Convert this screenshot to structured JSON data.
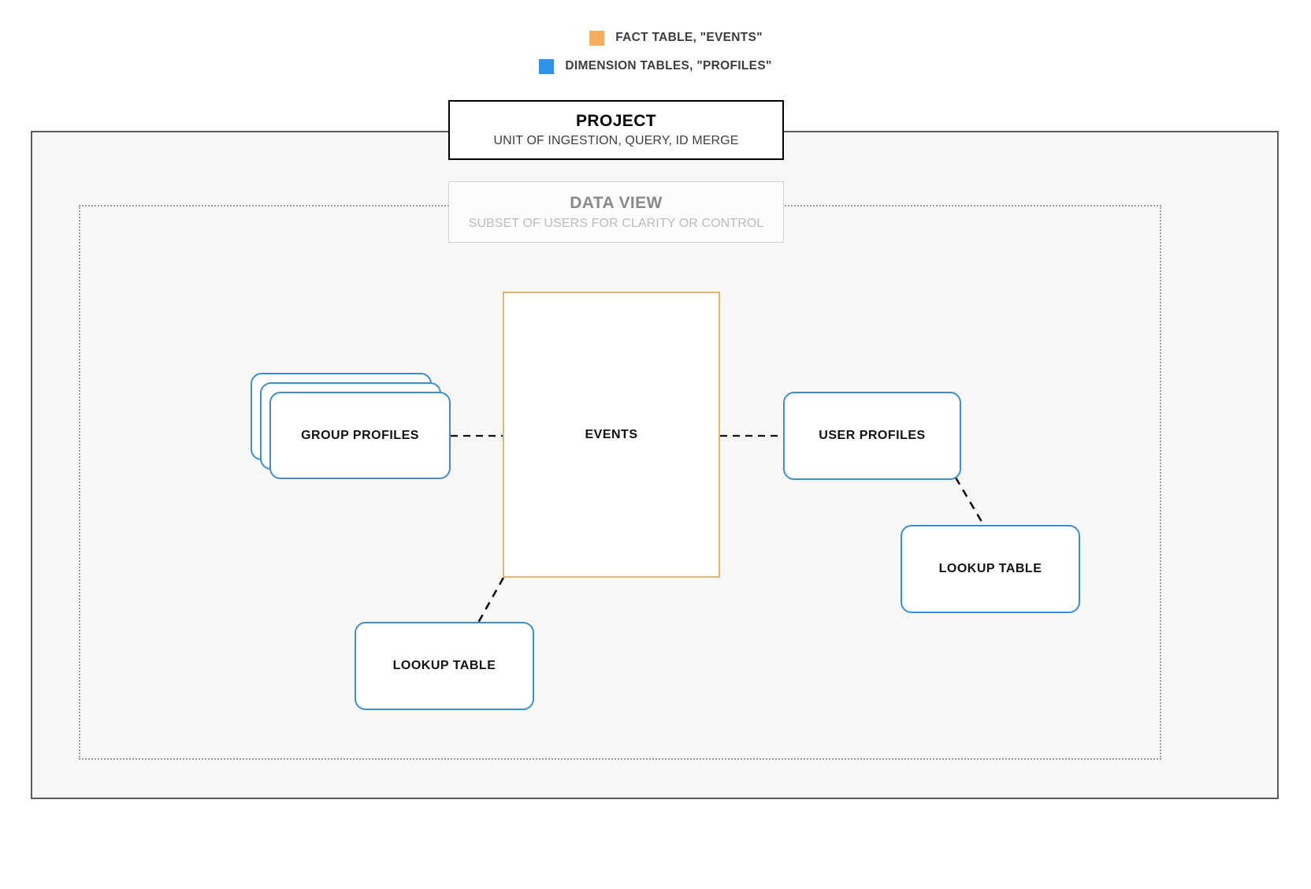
{
  "legend": {
    "items": [
      {
        "id": "fact",
        "label": "FACT TABLE, \"EVENTS\"",
        "color": "#f5ad62",
        "icon": "orange-square-swatch"
      },
      {
        "id": "dimension",
        "label": "DIMENSION TABLES, \"PROFILES\"",
        "color": "#2f93ed",
        "icon": "blue-square-swatch"
      }
    ]
  },
  "project": {
    "title": "PROJECT",
    "subtitle": "UNIT OF INGESTION, QUERY, ID MERGE",
    "border_color": "#000000",
    "container_border_color": "#5c5c5c",
    "container_fill": "#f7f7f7"
  },
  "data_view": {
    "title": "DATA VIEW",
    "subtitle": "SUBSET OF USERS FOR CLARITY OR CONTROL",
    "title_color": "#8a8a8a",
    "subtitle_color": "#bcbcbc",
    "container_border_color": "#9a9a9a",
    "container_border_style": "dotted"
  },
  "nodes": {
    "events": {
      "label": "EVENTS",
      "type": "fact-table",
      "border_color": "#e8b36b",
      "shape": "rectangle"
    },
    "group_profiles": {
      "label": "GROUP PROFILES",
      "type": "dimension-table",
      "border_color": "#3d8fd0",
      "shape": "stacked-rounded-rectangle",
      "stack_count": 3
    },
    "user_profiles": {
      "label": "USER PROFILES",
      "type": "dimension-table",
      "border_color": "#3d8fd0",
      "shape": "rounded-rectangle"
    },
    "lookup_table_events": {
      "label": "LOOKUP TABLE",
      "type": "dimension-table",
      "border_color": "#3d8fd0",
      "shape": "rounded-rectangle"
    },
    "lookup_table_user": {
      "label": "LOOKUP TABLE",
      "type": "dimension-table",
      "border_color": "#3d8fd0",
      "shape": "rounded-rectangle"
    }
  },
  "connectors": [
    {
      "id": "group-profiles-to-events",
      "from": "group_profiles",
      "to": "events",
      "style": "dashed",
      "color": "#111111"
    },
    {
      "id": "events-to-user-profiles",
      "from": "events",
      "to": "user_profiles",
      "style": "dashed",
      "color": "#111111"
    },
    {
      "id": "events-to-lookup-table",
      "from": "events",
      "to": "lookup_table_events",
      "style": "dashed",
      "color": "#111111"
    },
    {
      "id": "user-profiles-to-lookup-table",
      "from": "user_profiles",
      "to": "lookup_table_user",
      "style": "dashed",
      "color": "#111111"
    }
  ]
}
